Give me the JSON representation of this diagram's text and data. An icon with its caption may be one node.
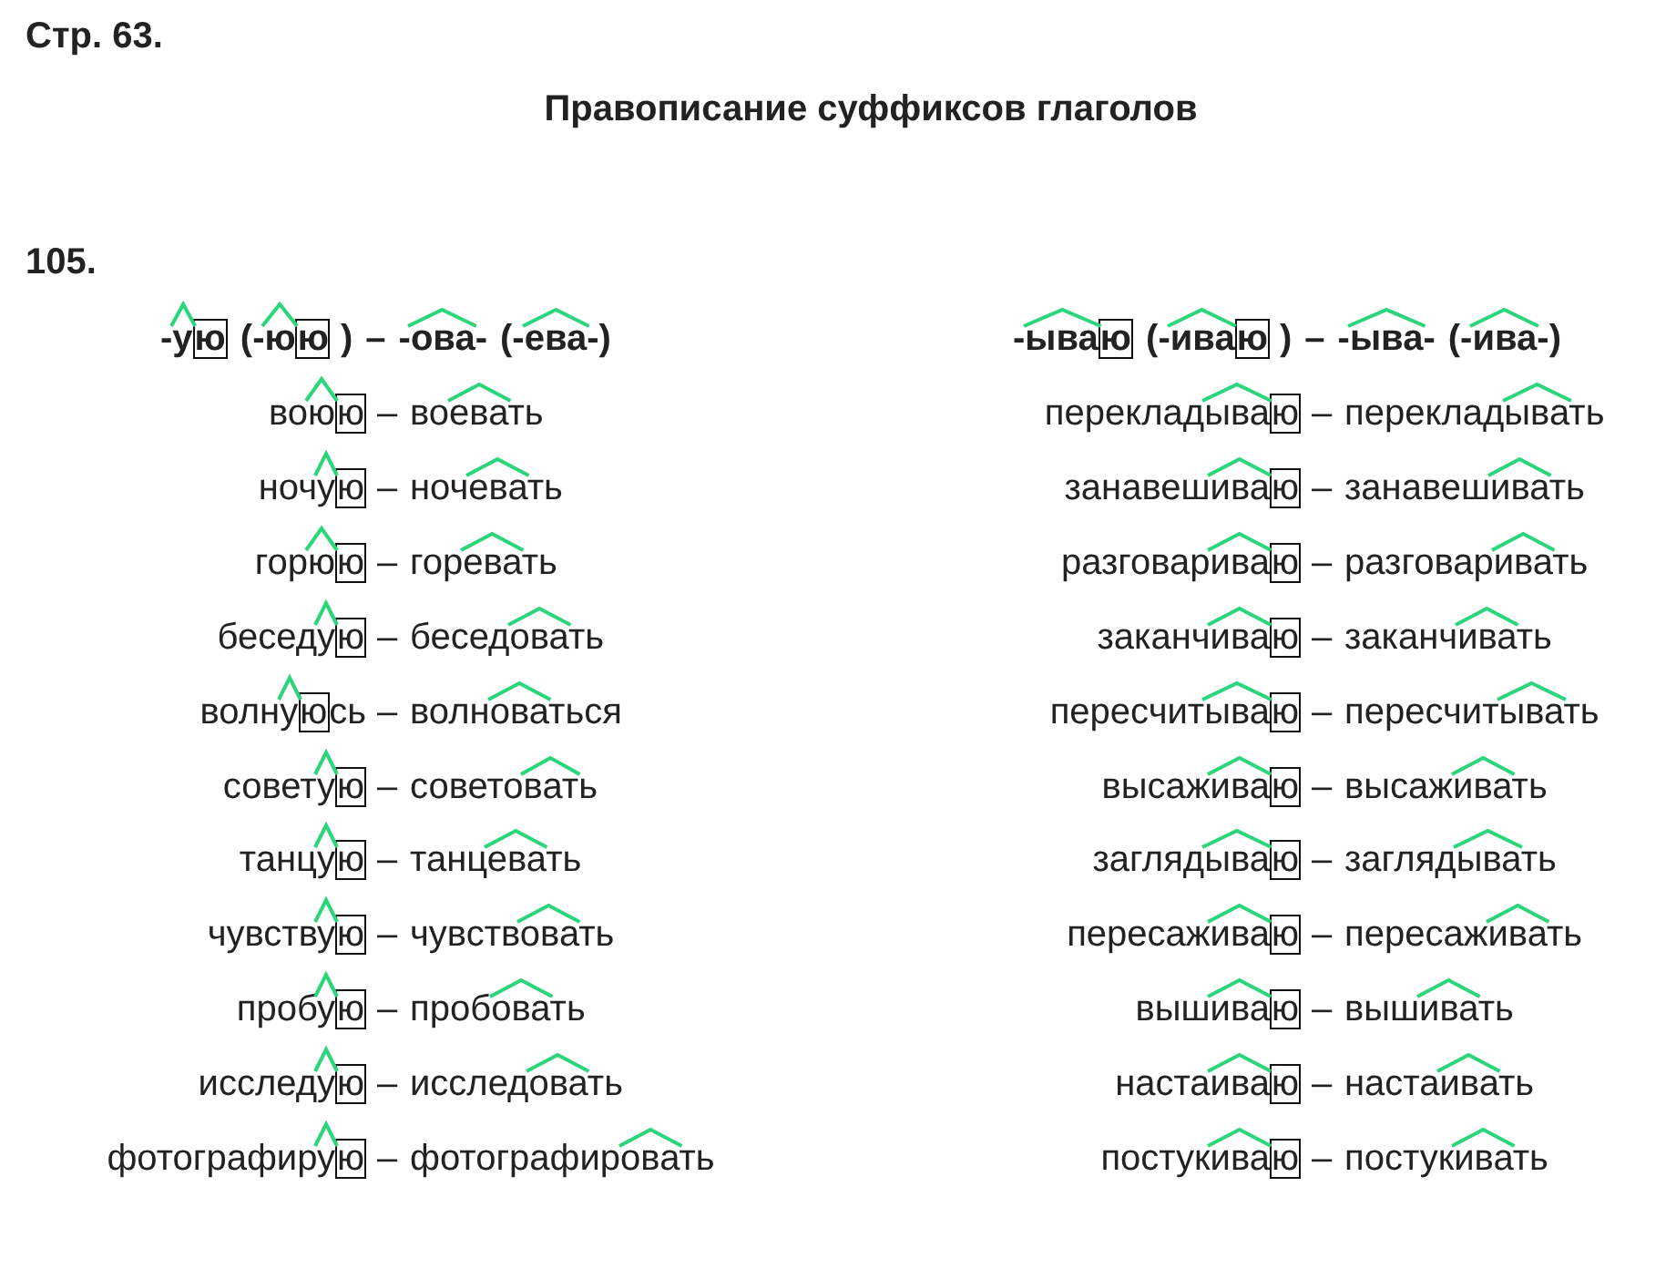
{
  "diagram": {
    "title": "Правописание суффиксов глаголов",
    "labels": [
      "Стр. 63.",
      "105.",
      "-ую",
      "(-юю )",
      "–",
      "-ова-",
      "(-ева-)",
      "-ываю",
      "(-иваю )",
      "–",
      "-ыва-",
      "(-ива-)",
      "воюю",
      "–",
      "воевать",
      "перекладываю",
      "–",
      "перекладывать",
      "ночую",
      "–",
      "ночевать",
      "занавешиваю",
      "–",
      "занавешивать",
      "горюю",
      "–",
      "горевать",
      "разговариваю",
      "–",
      "разговаривать",
      "беседую",
      "–",
      "беседовать",
      "заканчиваю",
      "–",
      "заканчивать",
      "волнуюсь",
      "–",
      "волноваться",
      "пересчитываю",
      "–",
      "пересчитывать",
      "советую",
      "–",
      "советовать",
      "высаживаю",
      "–",
      "высаживать",
      "танцую",
      "–",
      "танцевать",
      "заглядываю",
      "–",
      "заглядывать",
      "чувствую",
      "–",
      "чувствовать",
      "пересаживаю",
      "–",
      "пересаживать",
      "пробую",
      "–",
      "пробовать",
      "вышиваю",
      "–",
      "вышивать",
      "исследую",
      "–",
      "исследовать",
      "настаиваю",
      "–",
      "настаивать",
      "фотографирую",
      "–",
      "фотографировать",
      "постукиваю",
      "–",
      "постукивать"
    ]
  }
}
